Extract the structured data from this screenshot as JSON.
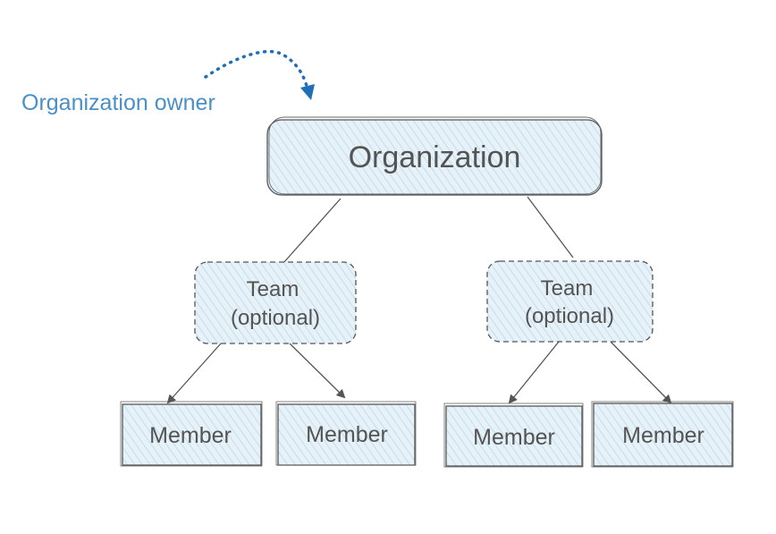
{
  "owner_label": "Organization owner",
  "organization": {
    "label": "Organization"
  },
  "teams": [
    {
      "line1": "Team",
      "line2": "(optional)"
    },
    {
      "line1": "Team",
      "line2": "(optional)"
    }
  ],
  "members": [
    {
      "label": "Member"
    },
    {
      "label": "Member"
    },
    {
      "label": "Member"
    },
    {
      "label": "Member"
    }
  ],
  "colors": {
    "box_fill": "#e6f1f8",
    "hatch": "#c6dfee",
    "stroke": "#555555",
    "owner_blue": "#4a90c6",
    "arrow_blue": "#1f6fb7",
    "text": "#545454"
  }
}
